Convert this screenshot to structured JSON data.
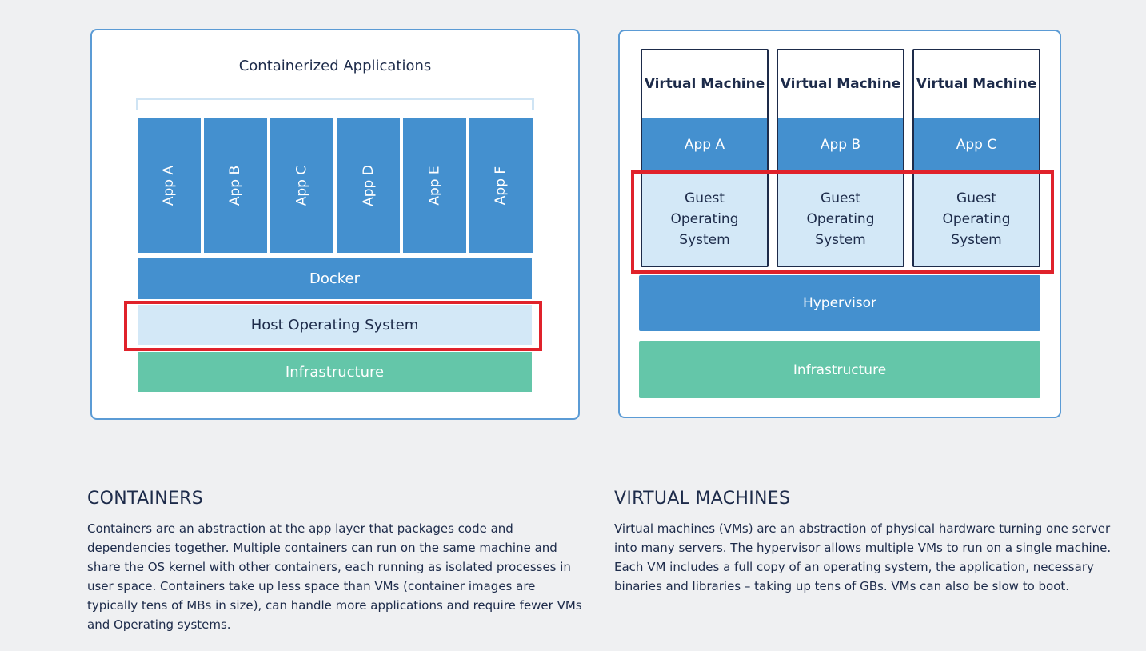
{
  "containers_diagram": {
    "title": "Containerized Applications",
    "apps": [
      "App A",
      "App B",
      "App C",
      "App D",
      "App E",
      "App F"
    ],
    "docker_label": "Docker",
    "host_os_label": "Host Operating System",
    "infrastructure_label": "Infrastructure"
  },
  "vm_diagram": {
    "vms": [
      {
        "title": "Virtual Machine",
        "app": "App A",
        "guest_os": "Guest Operating System"
      },
      {
        "title": "Virtual Machine",
        "app": "App B",
        "guest_os": "Guest Operating System"
      },
      {
        "title": "Virtual Machine",
        "app": "App C",
        "guest_os": "Guest Operating System"
      }
    ],
    "hypervisor_label": "Hypervisor",
    "infrastructure_label": "Infrastructure"
  },
  "containers_section": {
    "heading": "CONTAINERS",
    "description": "Containers are an abstraction at the app layer that packages code and dependencies together. Multiple containers can run on the same machine and share the OS kernel with other containers, each running as isolated processes in user space. Containers take up less space than VMs (container images are typically tens of MBs in size), can handle more applications and require fewer VMs and Operating systems."
  },
  "vm_section": {
    "heading": "VIRTUAL MACHINES",
    "description": "Virtual machines (VMs) are an abstraction of physical hardware turning one server into many servers. The hypervisor allows multiple VMs to run on a single machine. Each VM includes a full copy of an operating system, the application, necessary binaries and libraries – taking up tens of GBs. VMs can also be slow to boot."
  },
  "colors": {
    "app_blue": "#4490cf",
    "light_blue": "#d3e8f7",
    "infrastructure_green": "#64c6a9",
    "highlight_red": "#e0222b",
    "panel_border": "#5b9bd5",
    "text_navy": "#1d2b4a"
  }
}
